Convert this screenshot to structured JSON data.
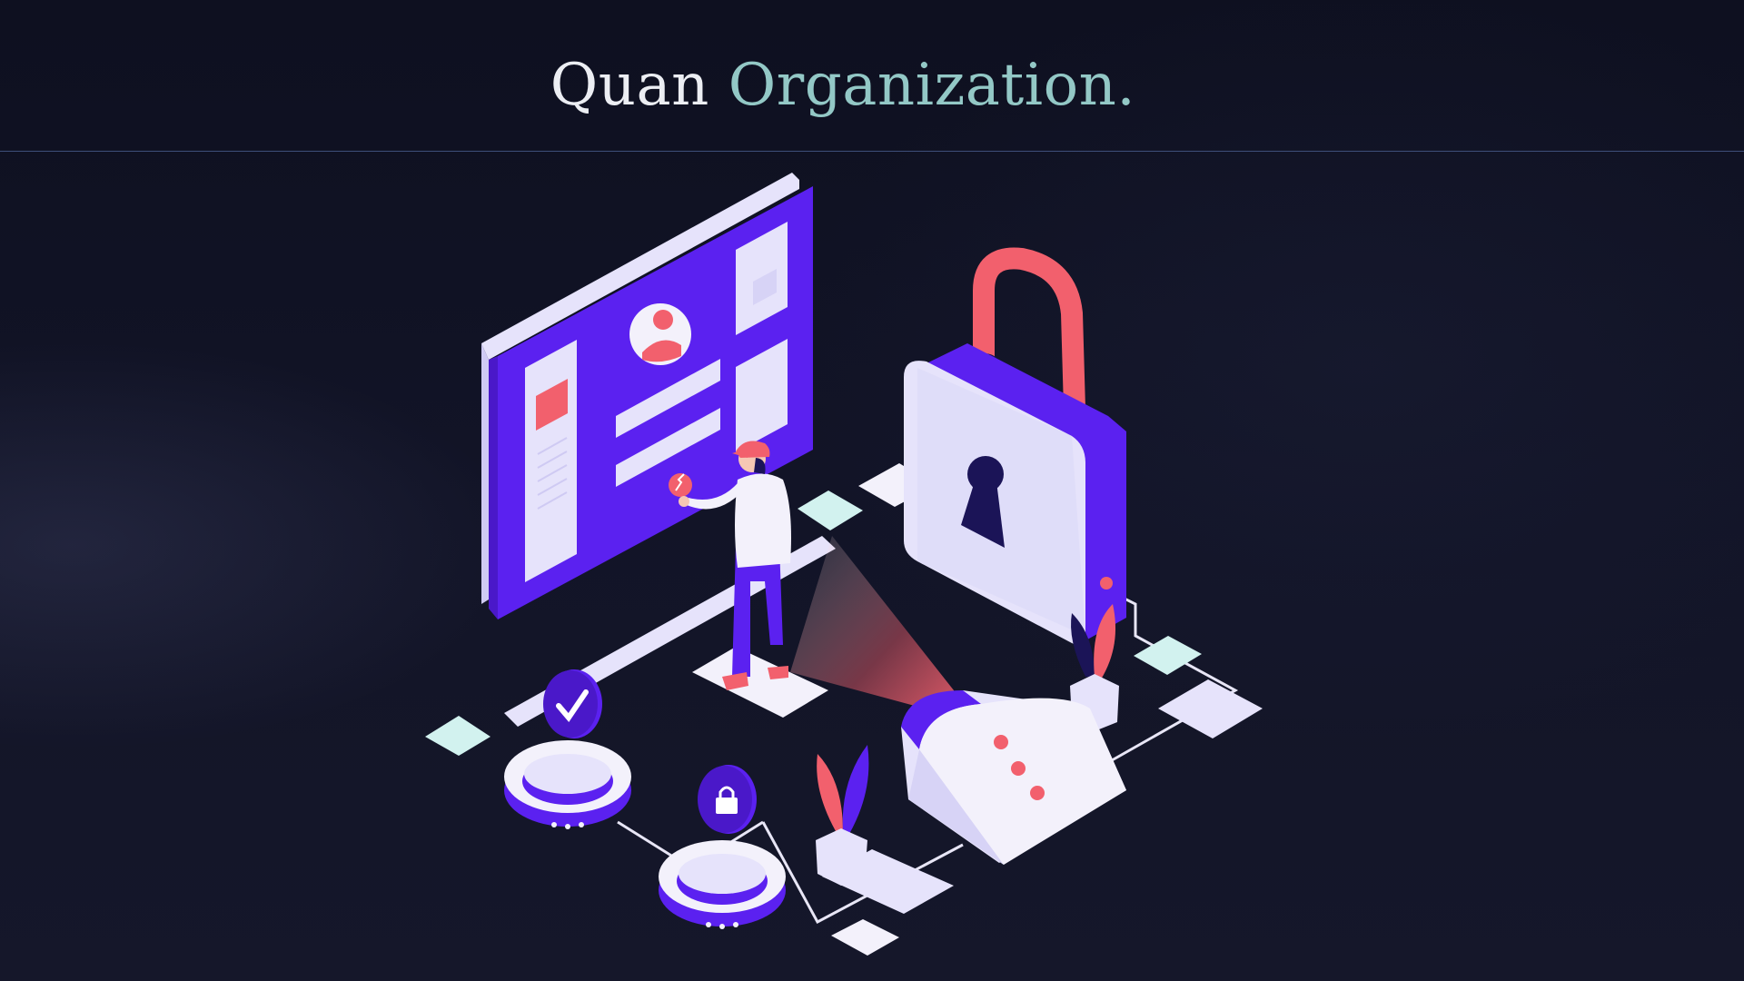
{
  "header": {
    "brand_primary": "Quan",
    "brand_accent": "Organization.",
    "colors": {
      "primary_text": "#eceef3",
      "accent_text": "#93c8c6",
      "divider": "#3e4f7a",
      "background": "#10111f"
    }
  },
  "hero": {
    "illustration": "isometric-security-scene",
    "elements": [
      "monitor-login-screen",
      "padlock",
      "person",
      "scanner",
      "check-badge",
      "lock-badge",
      "plants"
    ],
    "colors": {
      "purple": "#5b21f0",
      "lavender": "#e6e3fb",
      "coral": "#f2606d",
      "mint": "#d2f2ef",
      "navy": "#1b1457"
    }
  }
}
